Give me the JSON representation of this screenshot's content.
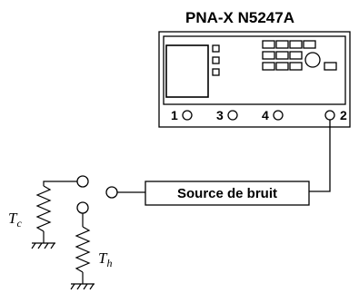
{
  "instrument": {
    "title": "PNA-X N5247A",
    "ports": [
      {
        "number": "1"
      },
      {
        "number": "3"
      },
      {
        "number": "4"
      },
      {
        "number": "2"
      }
    ]
  },
  "source_box": {
    "label": "Source de bruit"
  },
  "resistors": {
    "cold": {
      "symbol": "T",
      "subscript": "c"
    },
    "hot": {
      "symbol": "T",
      "subscript": "h"
    }
  },
  "colors": {
    "stroke": "#000000",
    "background": "#ffffff"
  }
}
